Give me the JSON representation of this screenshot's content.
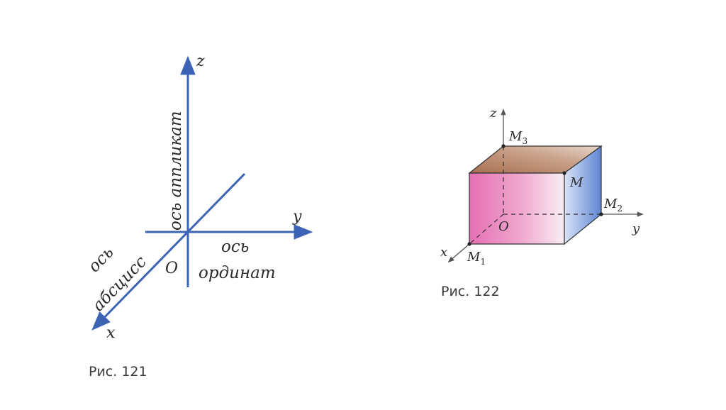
{
  "figure121": {
    "z_label": "z",
    "y_label": "y",
    "x_label": "x",
    "origin_label": "O",
    "z_axis_name": "ось аппликат",
    "y_axis_name_1": "ось",
    "y_axis_name_2": "ординат",
    "x_axis_name_1": "ось",
    "x_axis_name_2": "абсцисс",
    "caption": "Рис. 121",
    "axis_color": "#3d63b5"
  },
  "figure122": {
    "z_label": "z",
    "y_label": "y",
    "x_label": "x",
    "origin_label": "O",
    "m_label": "M",
    "m1_label": "M",
    "m1_sub": "1",
    "m2_label": "M",
    "m2_sub": "2",
    "m3_label": "M",
    "m3_sub": "3",
    "caption": "Рис. 122",
    "colors": {
      "front_face": "#e56fb3",
      "side_face": "#6b8fd6",
      "top_face": "#b07a58"
    }
  }
}
